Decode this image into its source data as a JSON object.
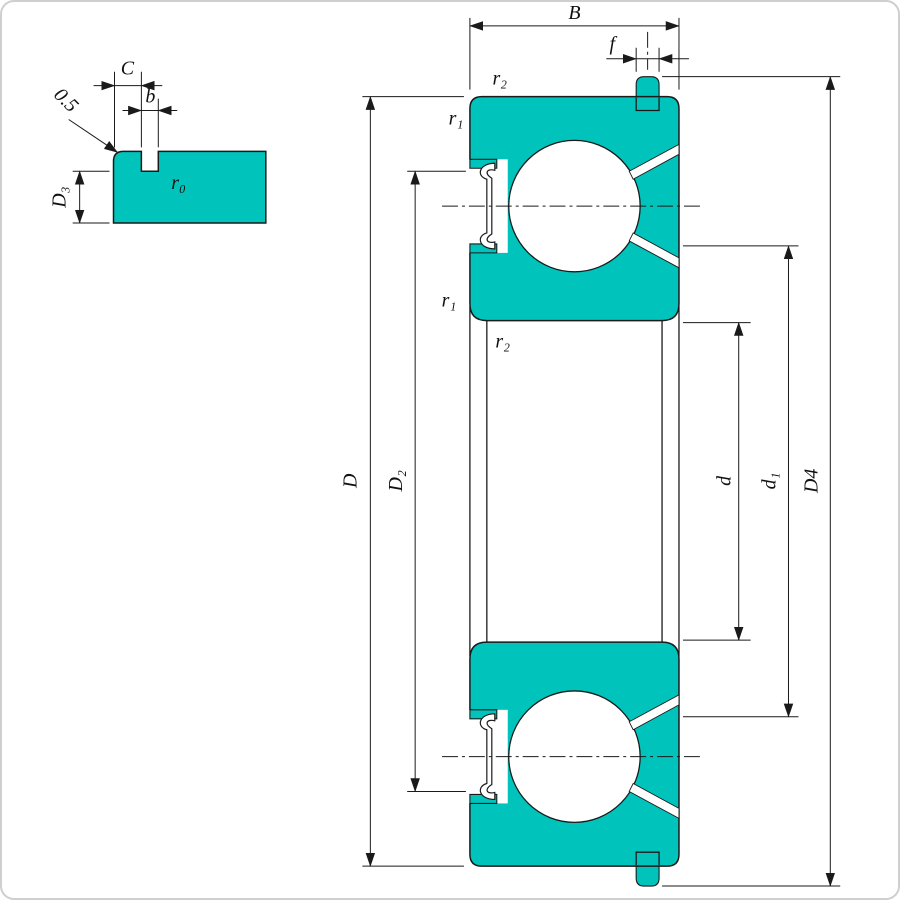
{
  "page": {
    "background_color": "#ffffff",
    "border_color": "#cfcfcf"
  },
  "colors": {
    "part_fill": "#00c4bc",
    "outline": "#1a1a1a"
  },
  "detail_view": {
    "name": "snap-ring-groove-detail",
    "labels": {
      "C": "C",
      "b": "b",
      "chamfer": "0.5",
      "r0": "r₀",
      "D3": "D₃"
    }
  },
  "main_view": {
    "name": "bearing-cross-section",
    "labels": {
      "B": "B",
      "f": "f",
      "r2_top": "r₂",
      "r1_top": "r₁",
      "r1_mid": "r₁",
      "r2_mid": "r₂",
      "D": "D",
      "D2": "D₂",
      "d": "d",
      "d1": "d₁",
      "D4": "D4"
    }
  }
}
